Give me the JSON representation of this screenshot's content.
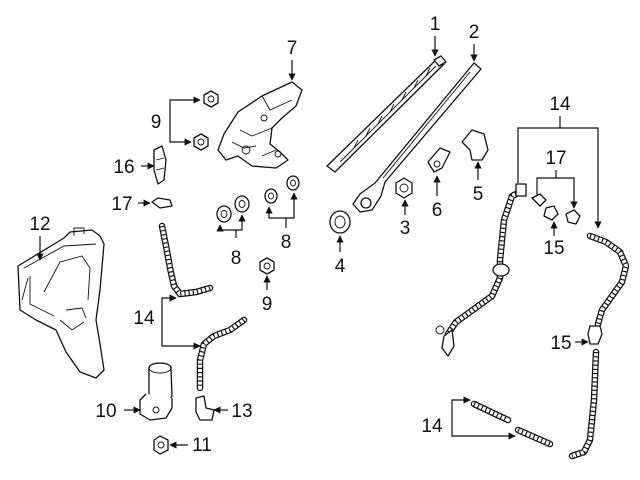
{
  "diagram": {
    "callouts": [
      {
        "key": "c1",
        "text": "1"
      },
      {
        "key": "c2",
        "text": "2"
      },
      {
        "key": "c3",
        "text": "3"
      },
      {
        "key": "c4",
        "text": "4"
      },
      {
        "key": "c5",
        "text": "5"
      },
      {
        "key": "c6",
        "text": "6"
      },
      {
        "key": "c7",
        "text": "7"
      },
      {
        "key": "c8a",
        "text": "8"
      },
      {
        "key": "c8b",
        "text": "8"
      },
      {
        "key": "c9a",
        "text": "9"
      },
      {
        "key": "c9b",
        "text": "9"
      },
      {
        "key": "c10",
        "text": "10"
      },
      {
        "key": "c11",
        "text": "11"
      },
      {
        "key": "c12",
        "text": "12"
      },
      {
        "key": "c13",
        "text": "13"
      },
      {
        "key": "c14a",
        "text": "14"
      },
      {
        "key": "c14b",
        "text": "14"
      },
      {
        "key": "c14c",
        "text": "14"
      },
      {
        "key": "c15a",
        "text": "15"
      },
      {
        "key": "c15b",
        "text": "15"
      },
      {
        "key": "c16",
        "text": "16"
      },
      {
        "key": "c17a",
        "text": "17"
      },
      {
        "key": "c17b",
        "text": "17"
      }
    ]
  }
}
